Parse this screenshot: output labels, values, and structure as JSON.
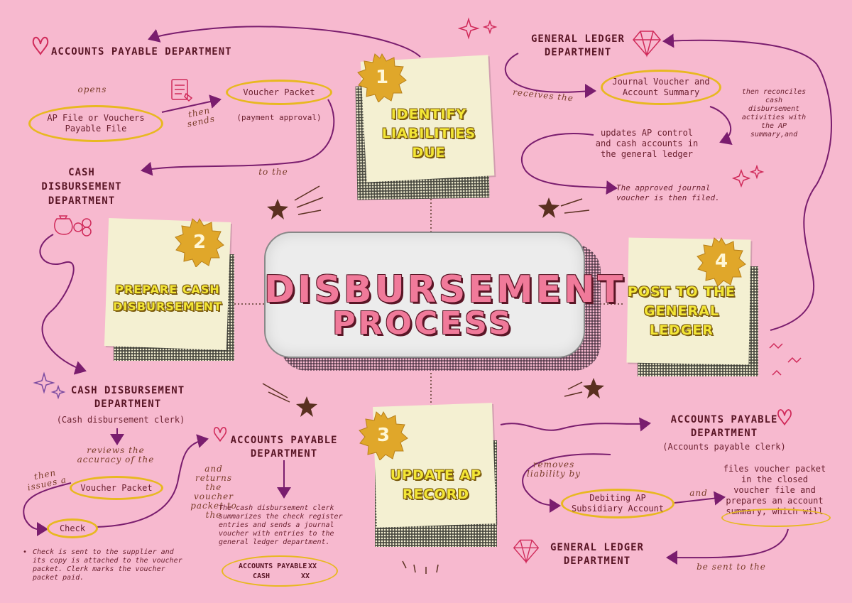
{
  "title": {
    "line1": "DISBURSEMENT",
    "line2": "PROCESS"
  },
  "steps": [
    {
      "number": "1",
      "label": "IDENTIFY LIABILITIES DUE"
    },
    {
      "number": "2",
      "label": "PREPARE CASH DISBURSEMENT"
    },
    {
      "number": "3",
      "label": "UPDATE AP RECORD"
    },
    {
      "number": "4",
      "label": "POST TO THE GENERAL LEDGER"
    }
  ],
  "step1": {
    "ap_department": "ACCOUNTS PAYABLE DEPARTMENT",
    "opens": "opens",
    "ap_file": "AP File or Vouchers Payable File",
    "then_sends": "then sends",
    "voucher_packet": "Voucher Packet",
    "payment_approval": "(payment approval)",
    "to_the": "to the",
    "cash_department": "CASH DISBURSEMENT DEPARTMENT"
  },
  "step2": {
    "cash_department": "CASH DISBURSEMENT DEPARTMENT",
    "clerk": "(Cash disbursement clerk)",
    "reviews": "reviews the accuracy of the",
    "then_issues": "then issues a",
    "voucher_packet": "Voucher Packet",
    "check": "Check",
    "and_returns": "and returns the voucher packet to the",
    "ap_department": "ACCOUNTS PAYABLE DEPARTMENT",
    "summary_note": "The cash disbursement clerk summarizes the check register entries and sends a journal voucher with entries to the general ledger department.",
    "bullet": "Check is sent to the supplier and its copy is attached to the voucher packet. Clerk marks the voucher packet paid.",
    "journal": {
      "debit_account": "ACCOUNTS PAYABLE",
      "debit_mark": "XX",
      "credit_account": "CASH",
      "credit_mark": "XX"
    }
  },
  "step3": {
    "ap_department": "ACCOUNTS PAYABLE DEPARTMENT",
    "clerk": "(Accounts payable clerk)",
    "removes": "removes liability by",
    "debiting": "Debiting AP Subsidiary Account",
    "and": "and",
    "files": "files voucher packet in the closed voucher file and prepares an account summary, which will",
    "be_sent": "be sent to the",
    "gl_department": "GENERAL LEDGER DEPARTMENT"
  },
  "step4": {
    "gl_department": "GENERAL LEDGER DEPARTMENT",
    "receives": "receives the",
    "journal_voucher": "Journal Voucher and Account Summary",
    "reconciles": "then reconciles cash disbursement activities with the AP summary,and",
    "updates": "updates AP control and cash accounts in the general ledger",
    "filed": "The approved journal voucher is then filed."
  },
  "colors": {
    "background": "#f7b9cf",
    "note": "#f4f0d2",
    "badge": "#e0a72a",
    "oval": "#e8b820",
    "arrow": "#7a1d6e",
    "star": "#5a3020",
    "title_fill": "#f07a9a",
    "step_text": "#f3e635"
  }
}
